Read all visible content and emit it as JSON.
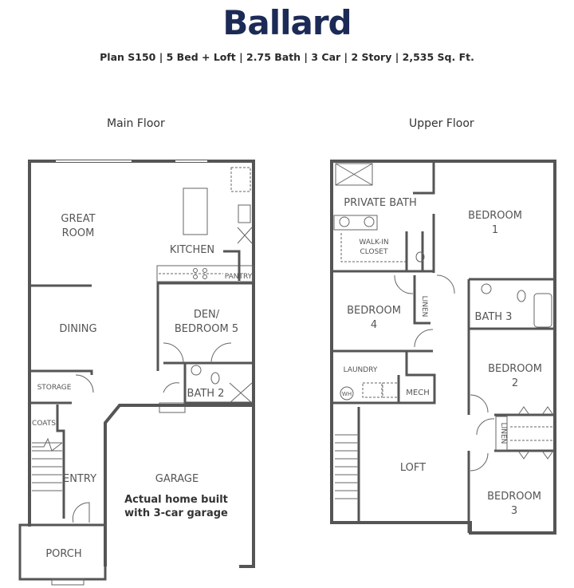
{
  "header": {
    "title": "Ballard",
    "subtitle": "Plan S150 | 5 Bed + Loft | 2.75 Bath | 3 Car | 2 Story | 2,535 Sq. Ft.",
    "title_color": "#1c2a56"
  },
  "main_floor": {
    "label": "Main Floor",
    "rooms": {
      "great_room_1": "GREAT",
      "great_room_2": "ROOM",
      "kitchen": "KITCHEN",
      "pantry": "PANTRY",
      "dining": "DINING",
      "den_1": "DEN/",
      "den_2": "BEDROOM 5",
      "storage": "STORAGE",
      "bath2": "BATH 2",
      "coats": "COATS",
      "entry": "ENTRY",
      "garage": "GARAGE",
      "porch": "PORCH"
    },
    "garage_note_1": "Actual home built",
    "garage_note_2": "with 3-car garage"
  },
  "upper_floor": {
    "label": "Upper Floor",
    "rooms": {
      "private_bath": "PRIVATE BATH",
      "bedroom1_1": "BEDROOM",
      "bedroom1_2": "1",
      "walkin_1": "WALK-IN",
      "walkin_2": "CLOSET",
      "bedroom4_1": "BEDROOM",
      "bedroom4_2": "4",
      "linen_a": "LINEN",
      "bath3": "BATH 3",
      "laundry": "LAUNDRY",
      "wh": "WH",
      "mech": "MECH",
      "bedroom2_1": "BEDROOM",
      "bedroom2_2": "2",
      "linen_b": "LINEN",
      "loft": "LOFT",
      "bedroom3_1": "BEDROOM",
      "bedroom3_2": "3"
    }
  }
}
